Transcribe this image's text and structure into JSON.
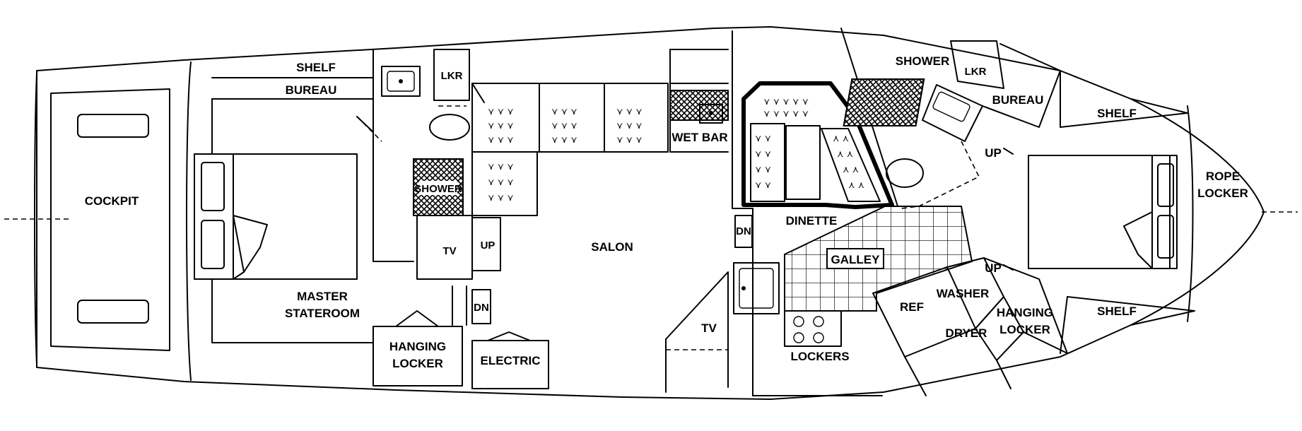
{
  "plan": {
    "labels": {
      "cockpit": "COCKPIT",
      "shelf_aft": "SHELF",
      "bureau_aft": "BUREAU",
      "lkr_aft": "LKR",
      "shower_aft": "SHOWER",
      "tv_aft": "TV",
      "up_aft": "UP",
      "dn_aft": "DN",
      "master_line1": "MASTER",
      "master_line2": "STATEROOM",
      "hanging_aft_line1": "HANGING",
      "hanging_aft_line2": "LOCKER",
      "electric": "ELECTRIC",
      "salon": "SALON",
      "wet_bar": "WET BAR",
      "tv_salon": "TV",
      "dn_galley": "DN",
      "dinette": "DINETTE",
      "galley": "GALLEY",
      "lockers": "LOCKERS",
      "shower_fwd": "SHOWER",
      "lkr_fwd": "LKR",
      "bureau_fwd": "BUREAU",
      "shelf_fwd_upper": "SHELF",
      "up_fwd_upper": "UP",
      "up_fwd_lower": "UP",
      "ref": "REF",
      "washer": "WASHER",
      "dryer": "DRYER",
      "hanging_fwd_line1": "HANGING",
      "hanging_fwd_line2": "LOCKER",
      "shelf_fwd_lower": "SHELF",
      "rope_line1": "ROPE",
      "rope_line2": "LOCKER"
    }
  }
}
